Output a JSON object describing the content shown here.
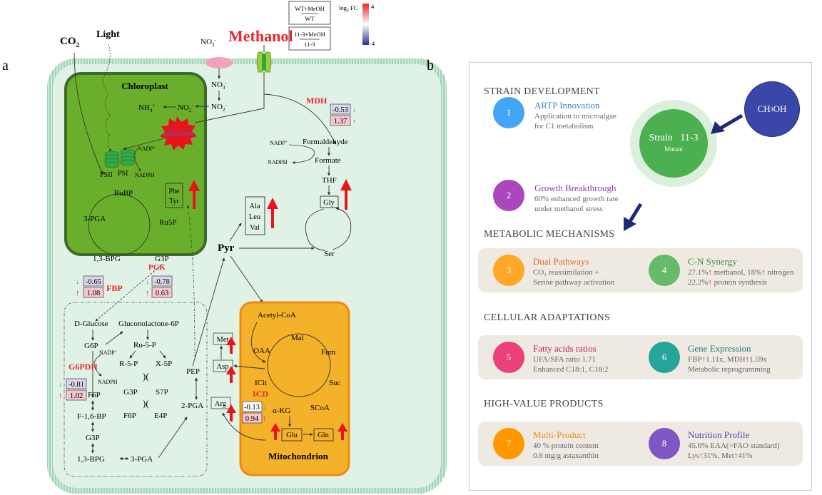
{
  "panel_labels": {
    "a": "a",
    "b": "b"
  },
  "legend": {
    "box1_top": "WT+MeOH",
    "box1_bottom": "WT",
    "box2_top": "11-3+MeOH",
    "box2_bottom": "11-3",
    "scale_label": "log",
    "scale_sub": "2",
    "scale_suffix": " FC",
    "scale_max": "4",
    "scale_min": "-4",
    "colors": {
      "high": "#e8262b",
      "mid": "#ffffff",
      "low": "#2a2f8f"
    }
  },
  "external": {
    "co2": "CO",
    "co2_sub": "2",
    "light": "Light",
    "methanol": "Methanol",
    "no3_out": "NO",
    "no3_out_sub": "3",
    "no3_out_sup": "-"
  },
  "chloroplast": {
    "title": "Chloroplast",
    "nh4": "NH",
    "nh4_sub": "4",
    "nh4_sup": "+",
    "no2_in": "NO",
    "no2_in_sub": "2",
    "no2_in_sup": "-",
    "inhibition": "inhibition",
    "psii": "PSII",
    "psi": "PSI",
    "nadp": "NADP",
    "nadp_sup": "+",
    "nadph": "NADPH",
    "cycle": {
      "rubp": "RuBP",
      "pga": "3-PGA",
      "ru5p": "Ru5P",
      "bpg": "1,3-BPG",
      "g3p": "G3P"
    },
    "aa_box": [
      "Phe",
      "Tyr"
    ],
    "enzyme": "PGK"
  },
  "cytosol": {
    "no3_in": "NO",
    "no3_in_sub": "3",
    "no3_in_sup": "-",
    "no2": "NO",
    "no2_sub": "2",
    "no2_sup": "-",
    "mdh": {
      "label": "MDH",
      "wt": "-0.53",
      "mut": "1.37"
    },
    "formaldehyde": "Formaldehyde",
    "formate": "Formate",
    "thf": "THF",
    "nadp": "NADP",
    "nadp_sup": "+",
    "nadph": "NADPH",
    "gly": "Gly",
    "ser": "Ser",
    "pyr": "Pyr",
    "aa_box": [
      "Ala",
      "Leu",
      "Val"
    ],
    "pgk_values": {
      "wt": "-0.65",
      "mut": "1.08"
    },
    "fbp": {
      "label": "FBP",
      "wt": "-0.78",
      "mut": "0.63"
    },
    "g6pdh": {
      "label": "G6PDH",
      "wt": "-0.81",
      "mut": "1.02"
    },
    "ppp": {
      "dglucose": "D-Glucose",
      "glucono": "Gluconolactone-6P",
      "g6p": "G6P",
      "nadp": "NADP",
      "nadp_sup": "+",
      "nadph": "NADPH",
      "ru5p": "Ru-5-P",
      "r5p": "R-5-P",
      "x5p": "X-5P",
      "g3p_a": "G3P",
      "s7p": "S7P",
      "f6p_a": "F6P",
      "e4p": "E4P",
      "f6p": "F6P",
      "fbp": "F-1,6-BP",
      "g3p": "G3P",
      "bpg": "1,3-BPG",
      "pga3": "3-PGA",
      "pep": "PEP",
      "pga2": "2-PGA"
    },
    "amino_side": {
      "met": "Met",
      "asp": "Asp",
      "arg": "Arg"
    }
  },
  "mitochondrion": {
    "title": "Mitochondrion",
    "acetyl": "Acetyl-CoA",
    "mal": "Mal",
    "oaa": "OAA",
    "fum": "Fum",
    "icit": "ICit",
    "suc": "Suc",
    "akg": "α-KG",
    "scoa": "SCoA",
    "glu": "Glu",
    "gln": "Gln",
    "icd": {
      "label": "ICD",
      "wt": "-0.13",
      "mut": "0.94"
    }
  },
  "panel_b": {
    "sections": {
      "strain": "STRAIN DEVELOPMENT",
      "metabolic": "METABOLIC MECHANISMS",
      "cellular": "CELLULAR  ADAPTATIONS",
      "products": "HIGH-VALUE PRODUCTS"
    },
    "ch3oh": {
      "main": "CH",
      "sub": "3",
      "tail": "OH",
      "color": "#3a47a8"
    },
    "strain_circle": {
      "title": "Strain   11-3",
      "subtitle": "Mutant",
      "color": "#4caf50"
    },
    "items": [
      {
        "num": "1",
        "title": "ARTP Innovation",
        "lines": [
          "Application to microalgae",
          " for C1 metabolism"
        ],
        "color": "#42a5f5",
        "title_color": "#3f86d0"
      },
      {
        "num": "2",
        "title": "Growth Breakthrough",
        "lines": [
          "60% enhanced growth rate",
          "under methanol stress"
        ],
        "color": "#ab47bc",
        "title_color": "#8e3aa8"
      },
      {
        "num": "3",
        "title": "Dual Pathways",
        "lines": [
          "CO₂ reassimilation +",
          "Serine pathway activation"
        ],
        "color": "#ffa726",
        "title_color": "#e8641e"
      },
      {
        "num": "4",
        "title": "C-N Synergy",
        "lines": [
          "27.1%↑ methanol, 18%↑ nitrogen",
          "22.2%↑ protein synthesis"
        ],
        "color": "#66bb6a",
        "title_color": "#3c8a41"
      },
      {
        "num": "5",
        "title": "Fatty acids ratios",
        "lines": [
          "UFA/SFA ratio 1.71",
          "Enhanced C18:1, C18:2"
        ],
        "color": "#ec407a",
        "title_color": "#c2185b"
      },
      {
        "num": "6",
        "title": "Gene Expression",
        "lines": [
          "FBP↑1.11x, MDH↑1.59x",
          "Metabolic reprogramming"
        ],
        "color": "#26a69a",
        "title_color": "#1f7f75"
      },
      {
        "num": "7",
        "title": "Multi-Product",
        "lines": [
          "40 % protein content",
          "0.8 mg/g astaxanthin"
        ],
        "color": "#ff9800",
        "title_color": "#f08a1d"
      },
      {
        "num": "8",
        "title": "Nutrition Profile",
        "lines": [
          "45.6% EAA(>FAO standard)",
          "Lys↑31%, Met↑41%"
        ],
        "color": "#7e57c2",
        "title_color": "#5b3fb0"
      }
    ]
  }
}
